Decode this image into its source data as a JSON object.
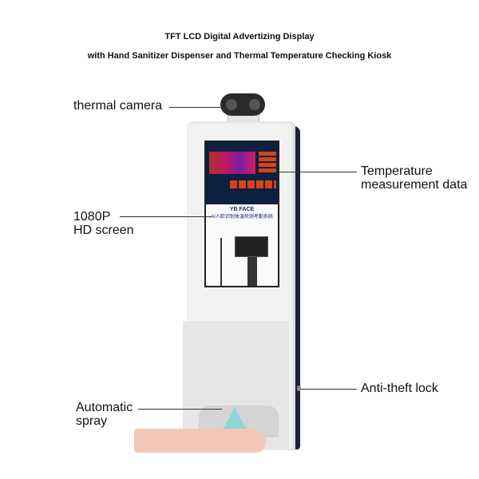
{
  "header": {
    "line1": "TFT LCD Digital Advertizing Display",
    "line2": "with Hand Sanitizer Dispenser and Thermal Temperature Checking Kiosk"
  },
  "labels": {
    "camera": "thermal camera",
    "temperature_1": "Temperature",
    "temperature_2": "measurement data",
    "screen_1": "1080P",
    "screen_2": "HD screen",
    "lock": "Anti-theft lock",
    "spray_1": "Automatic",
    "spray_2": "spray"
  },
  "screen": {
    "brand": "YB FACE",
    "system": "AI人脸识别体温检测考勤系统"
  },
  "colors": {
    "kiosk": "#f2f2f2",
    "edge": "#1e2236",
    "screen_dark": "#0d2040",
    "spray": "#7fd6d6"
  }
}
